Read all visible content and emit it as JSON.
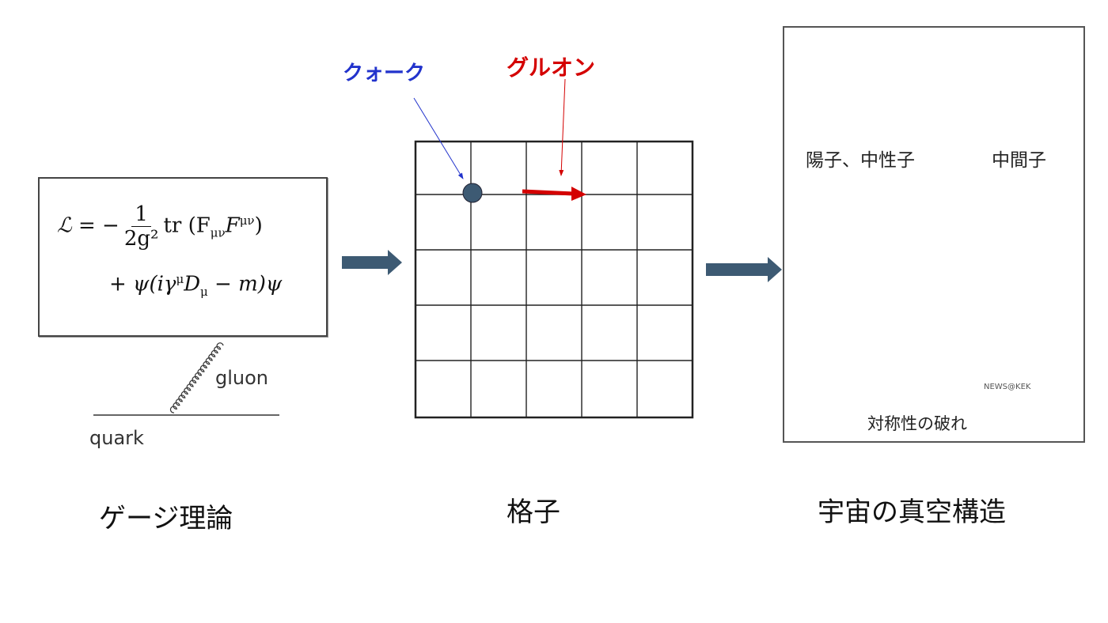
{
  "equation": {
    "lhs": "ℒ = −",
    "frac_num": "1",
    "frac_den": "2g²",
    "line1_rest": "tr (F",
    "sub1": "μν",
    "f2": "F",
    "sup1": "μν",
    "close1": ")",
    "line2": "+ ψ(iγ",
    "sup2": "μ",
    "d": "D",
    "sub2": "μ",
    "line2_rest": " − m)ψ"
  },
  "feynman": {
    "gluon_label": "gluon",
    "quark_label": "quark"
  },
  "lattice": {
    "quark_label": "クォーク",
    "gluon_label": "グルオン",
    "quark_color": "#2233cc",
    "gluon_color": "#d40000"
  },
  "vacuum": {
    "hadron_label": "陽子、中性子",
    "meson_label": "中間子",
    "credit": "NEWS@KEK",
    "symmetry_label": "対称性の破れ"
  },
  "captions": {
    "gauge": "ゲージ理論",
    "lattice": "格子",
    "vacuum": "宇宙の真空構造"
  },
  "colors": {
    "arrow": "#3d5a73",
    "dot": "#3d5a73"
  }
}
